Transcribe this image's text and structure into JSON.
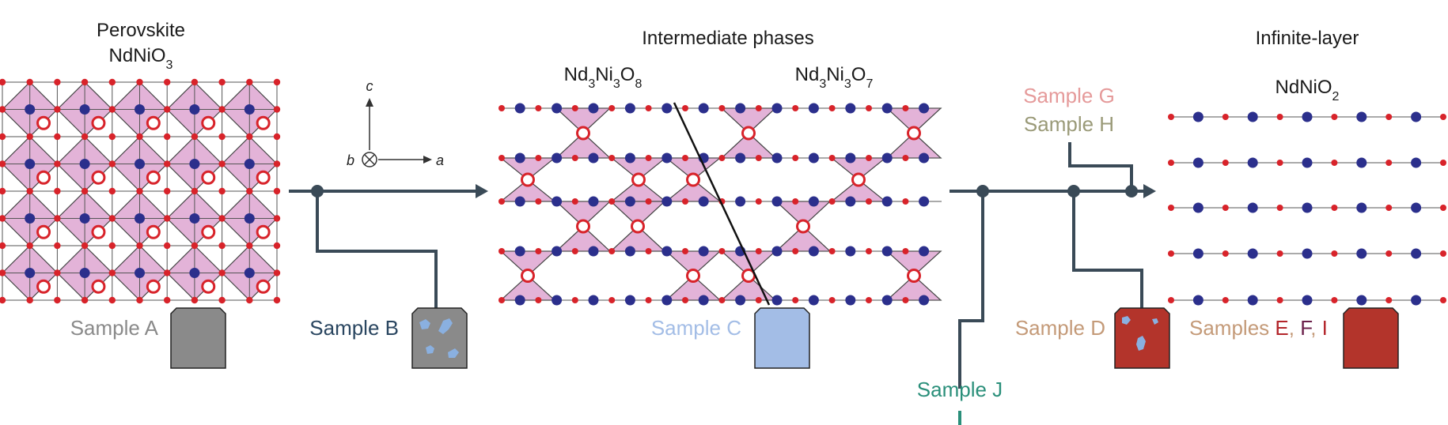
{
  "colors": {
    "octahedron_fill": "#e3b3d8",
    "octahedron_stroke": "#444444",
    "lattice_line": "#555555",
    "oxygen": "#d8232a",
    "nickel": "#2b2f8c",
    "flow_line": "#3a4a57",
    "sample_a": "#8a8a8a",
    "sample_b": "#2a4660",
    "sample_c": "#a3bde6",
    "sample_d": "#c49a78",
    "sample_e": "#b3262b",
    "sample_f": "#6a1f4a",
    "sample_g": "#e59a9a",
    "sample_h": "#9a9a78",
    "sample_j": "#2a8f7a"
  },
  "phases": {
    "perovskite": {
      "title": "Perovskite",
      "formula": {
        "base": "NdNiO",
        "sub": "3"
      }
    },
    "intermediate": {
      "title": "Intermediate phases",
      "formula_left": {
        "p1": "Nd",
        "s1": "3",
        "p2": "Ni",
        "s2": "3",
        "p3": "O",
        "s3": "8"
      },
      "formula_right": {
        "p1": "Nd",
        "s1": "3",
        "p2": "Ni",
        "s2": "3",
        "p3": "O",
        "s3": "7"
      }
    },
    "infinite": {
      "title": "Infinite-layer",
      "formula": {
        "base": "NdNiO",
        "sub": "2"
      }
    }
  },
  "axes": {
    "c": "c",
    "b": "b",
    "a": "a"
  },
  "samples": {
    "a": "Sample A",
    "b": "Sample B",
    "c": "Sample C",
    "d": "Sample D",
    "efi": {
      "prefix": "Samples ",
      "e": "E",
      "sep1": ", ",
      "f": "F",
      "sep2": ", ",
      "i": "I"
    },
    "g": "Sample G",
    "h": "Sample H",
    "j": "Sample J"
  }
}
